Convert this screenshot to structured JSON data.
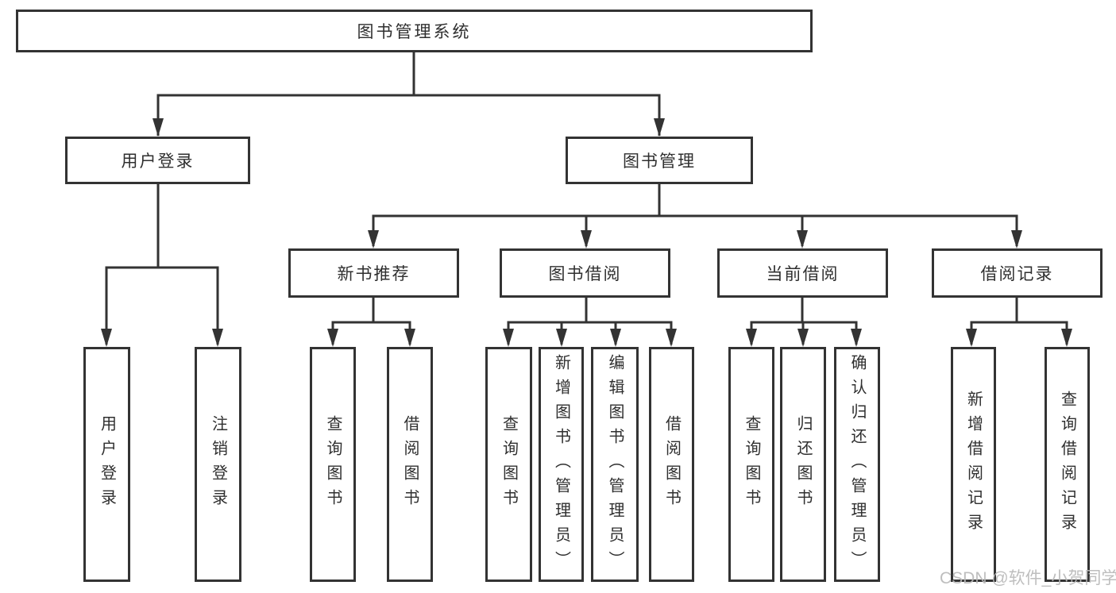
{
  "diagram": {
    "root": {
      "label": "图书管理系统"
    },
    "branches": [
      {
        "label": "用户登录",
        "children": [
          {
            "label": "用户登录"
          },
          {
            "label": "注销登录"
          }
        ]
      },
      {
        "label": "图书管理",
        "children": [
          {
            "label": "新书推荐",
            "children": [
              {
                "label": "查询图书"
              },
              {
                "label": "借阅图书"
              }
            ]
          },
          {
            "label": "图书借阅",
            "children": [
              {
                "label": "查询图书"
              },
              {
                "label": "新增图书（管理员）"
              },
              {
                "label": "编辑图书（管理员）"
              },
              {
                "label": "借阅图书"
              }
            ]
          },
          {
            "label": "当前借阅",
            "children": [
              {
                "label": "查询图书"
              },
              {
                "label": "归还图书"
              },
              {
                "label": "确认归还（管理员）"
              }
            ]
          },
          {
            "label": "借阅记录",
            "children": [
              {
                "label": "新增借阅记录"
              },
              {
                "label": "查询借阅记录"
              }
            ]
          }
        ]
      }
    ]
  },
  "watermark": {
    "text": "CSDN @软件_小贺同学"
  },
  "colors": {
    "line": "#333333",
    "text": "#2f2f2f",
    "background": "#ffffff",
    "watermark": "#b9b9b9"
  }
}
